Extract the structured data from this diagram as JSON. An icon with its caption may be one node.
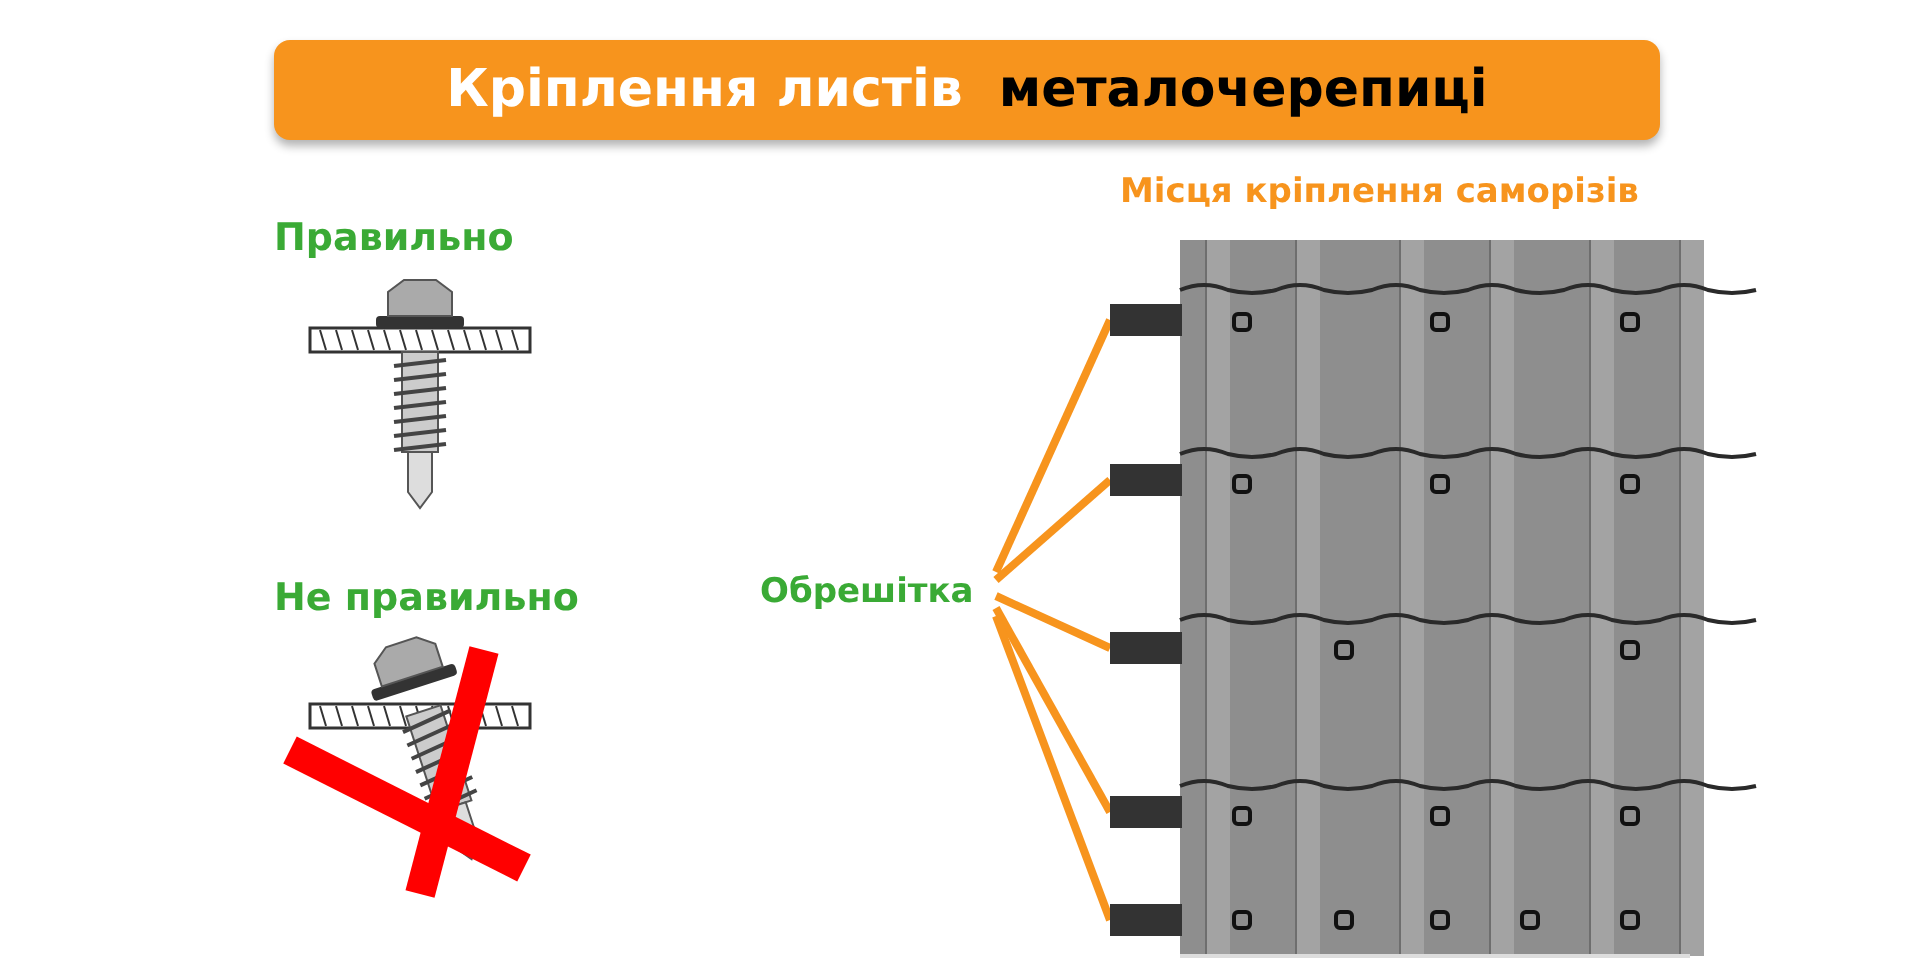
{
  "diagram": {
    "nodes": [
      {
        "text": [
          "Кріплення листів",
          "металочерепиці"
        ]
      },
      {
        "text": [
          "Обрешітка"
        ]
      },
      {
        "text": [],
        "shape": "bar"
      },
      {
        "text": [],
        "shape": "bar"
      },
      {
        "text": [],
        "shape": "bar"
      },
      {
        "text": [],
        "shape": "bar"
      },
      {
        "text": [],
        "shape": "bar"
      }
    ],
    "edges": [
      {
        "from": 1,
        "to": 2,
        "arrow": "none",
        "color": "#f7941d"
      },
      {
        "from": 1,
        "to": 3,
        "arrow": "none",
        "color": "#f7941d"
      },
      {
        "from": 1,
        "to": 4,
        "arrow": "none",
        "color": "#f7941d"
      },
      {
        "from": 1,
        "to": 5,
        "arrow": "none",
        "color": "#f7941d"
      },
      {
        "from": 1,
        "to": 6,
        "arrow": "none",
        "color": "#f7941d"
      }
    ],
    "labels": [
      "Місця кріплення саморізів",
      "Правильно",
      "Не правильно"
    ]
  }
}
